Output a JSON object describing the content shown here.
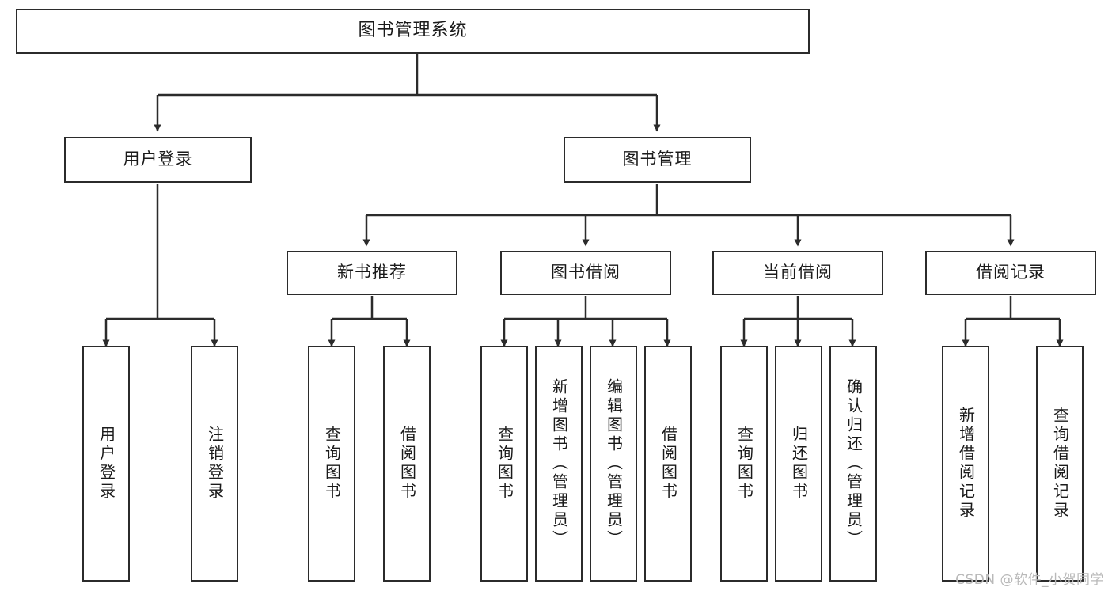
{
  "diagram": {
    "title": "图书管理系统",
    "type": "tree-hierarchy-chart",
    "watermark": "CSDN @软件_小贺同学",
    "colors": {
      "box_border": "#2b2b2b",
      "box_fill": "#ffffff",
      "edge": "#2b2b2b",
      "text": "#1a1a1a",
      "watermark": "#b9b9b9",
      "background": "#ffffff"
    },
    "nodes": {
      "root": {
        "label": "图书管理系统"
      },
      "level2": [
        {
          "id": "user-login",
          "label": "用户登录"
        },
        {
          "id": "book-manage",
          "label": "图书管理"
        }
      ],
      "level3": [
        {
          "id": "new-book-recommend",
          "label": "新书推荐"
        },
        {
          "id": "book-borrow",
          "label": "图书借阅"
        },
        {
          "id": "current-borrow",
          "label": "当前借阅"
        },
        {
          "id": "borrow-record",
          "label": "借阅记录"
        }
      ],
      "leaves": {
        "user-login": [
          {
            "id": "leaf-user-login",
            "label": "用户登录"
          },
          {
            "id": "leaf-logout-login",
            "label": "注销登录"
          }
        ],
        "new-book-recommend": [
          {
            "id": "leaf-query-book-1",
            "label": "查询图书"
          },
          {
            "id": "leaf-borrow-book-1",
            "label": "借阅图书"
          }
        ],
        "book-borrow": [
          {
            "id": "leaf-query-book-2",
            "label": "查询图书"
          },
          {
            "id": "leaf-add-book",
            "label": "新增图书（管理员）"
          },
          {
            "id": "leaf-edit-book",
            "label": "编辑图书（管理员）"
          },
          {
            "id": "leaf-borrow-book-2",
            "label": "借阅图书"
          }
        ],
        "current-borrow": [
          {
            "id": "leaf-query-book-3",
            "label": "查询图书"
          },
          {
            "id": "leaf-return-book",
            "label": "归还图书"
          },
          {
            "id": "leaf-confirm-return",
            "label": "确认归还（管理员）"
          }
        ],
        "borrow-record": [
          {
            "id": "leaf-add-record",
            "label": "新增借阅记录"
          },
          {
            "id": "leaf-query-record",
            "label": "查询借阅记录"
          }
        ]
      }
    }
  }
}
